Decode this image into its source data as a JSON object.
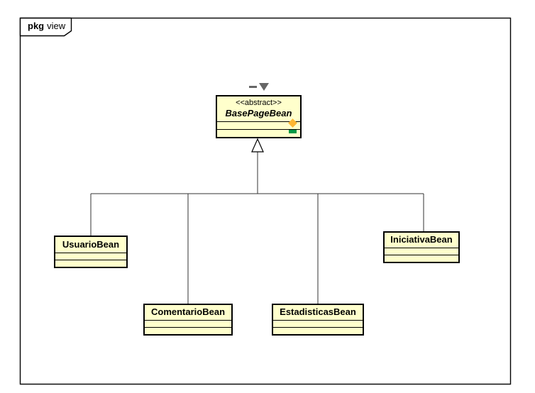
{
  "diagram": {
    "type": "uml-class-diagram",
    "frame": {
      "keyword": "pkg",
      "name": "view"
    },
    "classes": [
      {
        "name": "BasePageBean",
        "stereotype": "<<abstract>>",
        "abstract": true,
        "attributes": [],
        "operations": []
      },
      {
        "name": "UsuarioBean",
        "attributes": [],
        "operations": []
      },
      {
        "name": "ComentarioBean",
        "attributes": [],
        "operations": []
      },
      {
        "name": "EstadisticasBean",
        "attributes": [],
        "operations": []
      },
      {
        "name": "IniciativaBean",
        "attributes": [],
        "operations": []
      }
    ],
    "relationships": [
      {
        "type": "generalization",
        "from": "UsuarioBean",
        "to": "BasePageBean"
      },
      {
        "type": "generalization",
        "from": "ComentarioBean",
        "to": "BasePageBean"
      },
      {
        "type": "generalization",
        "from": "EstadisticasBean",
        "to": "BasePageBean"
      },
      {
        "type": "generalization",
        "from": "IniciativaBean",
        "to": "BasePageBean"
      }
    ],
    "icons": {
      "attribute_toggle": "orange-diamond",
      "operation_toggle": "green-bar",
      "collapse_handle": "gray-dash-and-down-triangle"
    },
    "colors": {
      "class_fill": "#FFFFCC",
      "class_border": "#000000",
      "connector": "#333333",
      "attr_icon": "#FFB733",
      "op_icon": "#009946",
      "handle_gray": "#666666",
      "background": "#FFFFFF"
    }
  }
}
